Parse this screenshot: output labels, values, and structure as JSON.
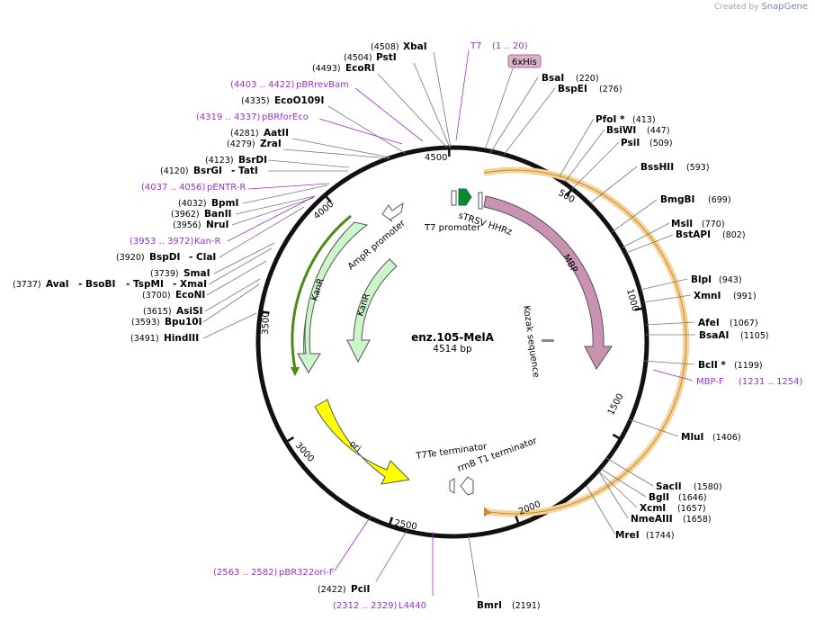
{
  "credit": {
    "prefix": "Created by",
    "brand": "SnapGene"
  },
  "plasmid": {
    "name": "enz.105-MelA",
    "size": "4514 bp"
  },
  "ticks": [
    "500",
    "1000",
    "1500",
    "2000",
    "2500",
    "3000",
    "3500",
    "4000",
    "4500"
  ],
  "features": {
    "T7": "T7",
    "T7_range": "(1 .. 20)",
    "his": "6xHis",
    "stRSV": "sTRSV HHRz",
    "t7promoter": "T7 promoter",
    "mbp": "MBP",
    "kozak": "Kozak sequence",
    "ampr": "AmpR promoter",
    "kanr1": "KanR",
    "kanr2": "KanR",
    "ori": "ori",
    "t7te": "T7Te terminator",
    "rrnb": "rrnB T1 terminator"
  },
  "sites_right": [
    {
      "name": "BsaI",
      "pos": "(220)"
    },
    {
      "name": "BspEI",
      "pos": "(276)"
    },
    {
      "name": "PfoI *",
      "pos": "(413)"
    },
    {
      "name": "BsiWI",
      "pos": "(447)"
    },
    {
      "name": "PsiI",
      "pos": "(509)"
    },
    {
      "name": "BssHII",
      "pos": "(593)"
    },
    {
      "name": "BmgBI",
      "pos": "(699)"
    },
    {
      "name": "MslI",
      "pos": "(770)"
    },
    {
      "name": "BstAPI",
      "pos": "(802)"
    },
    {
      "name": "BlpI",
      "pos": "(943)"
    },
    {
      "name": "XmnI",
      "pos": "(991)"
    },
    {
      "name": "AfeI",
      "pos": "(1067)"
    },
    {
      "name": "BsaAI",
      "pos": "(1105)"
    },
    {
      "name": "BclI *",
      "pos": "(1199)"
    },
    {
      "name": "MluI",
      "pos": "(1406)"
    },
    {
      "name": "SacII",
      "pos": "(1580)"
    },
    {
      "name": "BglI",
      "pos": "(1646)"
    },
    {
      "name": "XcmI",
      "pos": "(1657)"
    },
    {
      "name": "NmeAIII",
      "pos": "(1658)"
    },
    {
      "name": "MreI",
      "pos": "(1744)"
    },
    {
      "name": "BmrI",
      "pos": "(2191)"
    }
  ],
  "sites_left": [
    {
      "pos": "(4508)",
      "name": "XbaI"
    },
    {
      "pos": "(4504)",
      "name": "PstI"
    },
    {
      "pos": "(4493)",
      "name": "EcoRI"
    },
    {
      "pos": "(4335)",
      "name": "EcoO109I"
    },
    {
      "pos": "(4281)",
      "name": "AatII"
    },
    {
      "pos": "(4279)",
      "name": "ZraI"
    },
    {
      "pos": "(4123)",
      "name": "BsrDI"
    },
    {
      "pos": "(4120)",
      "name": "BsrGI"
    },
    {
      "pos": "(4032)",
      "name": "BpmI"
    },
    {
      "pos": "(3962)",
      "name": "BanII"
    },
    {
      "pos": "(3956)",
      "name": "NruI"
    },
    {
      "pos": "(3920)",
      "name": "BspDI"
    },
    {
      "pos": "(3739)",
      "name": "SmaI"
    },
    {
      "pos": "(3700)",
      "name": "EcoNI"
    },
    {
      "pos": "(3615)",
      "name": "AsiSI"
    },
    {
      "pos": "(3593)",
      "name": "Bpu10I"
    },
    {
      "pos": "(3491)",
      "name": "HindIII"
    },
    {
      "pos": "(2422)",
      "name": "PciI"
    }
  ],
  "combo": {
    "tatI": "- TatI",
    "claI": "- ClaI",
    "xmaI": "- XmaI",
    "ava": {
      "pos": "(3737)",
      "a": "AvaI",
      "b": "- BsoBI",
      "c": "- TspMI"
    }
  },
  "primers": [
    {
      "range": "(4403 .. 4422)",
      "name": "pBRrevBam"
    },
    {
      "range": "(4319 .. 4337)",
      "name": "pBRforEco"
    },
    {
      "range": "(4037 .. 4056)",
      "name": "pENTR-R"
    },
    {
      "range": "(3953 .. 3972)",
      "name": "Kan-R"
    },
    {
      "range": "(2563 .. 2582)",
      "name": "pBR322ori-F"
    },
    {
      "range": "(2312 .. 2329)",
      "name": "L4440"
    },
    {
      "name": "MBP-F",
      "range": "(1231 .. 1254)"
    }
  ],
  "colors": {
    "mbp": "#c992b1",
    "kanr": "#ccf5cc",
    "ori": "#ffff00",
    "orf": "#f5d398",
    "kanr_orf": "#4c8a16",
    "primer": "#9b30d0",
    "t7green": "#0a8a2a"
  }
}
